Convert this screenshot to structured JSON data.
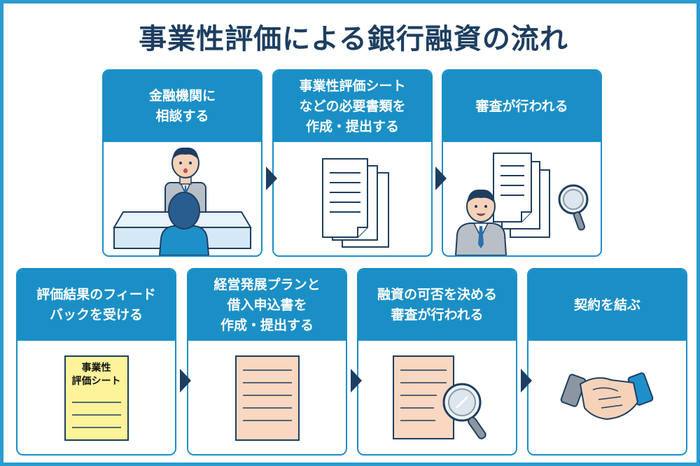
{
  "title": "事業性評価による銀行融資の流れ",
  "colors": {
    "accent": "#1a8fc6",
    "title": "#1d3e60",
    "arrow": "#1d3e60",
    "frame": "#2a9ccf"
  },
  "steps": [
    {
      "label": "金融機関に\n相談する",
      "icon": "consultation-illustration"
    },
    {
      "label": "事業性評価シート\nなどの必要書類を\n作成・提出する",
      "icon": "documents-illustration"
    },
    {
      "label": "審査が行われる",
      "icon": "review-illustration"
    },
    {
      "label": "評価結果のフィード\nバックを受ける",
      "icon": "evaluation-sheet-illustration"
    },
    {
      "label": "経営発展プランと\n借入申込書を\n作成・提出する",
      "icon": "application-document-illustration"
    },
    {
      "label": "融資の可否を決める\n審査が行われる",
      "icon": "loan-review-illustration"
    },
    {
      "label": "契約を結ぶ",
      "icon": "handshake-illustration"
    }
  ],
  "evaluation_sheet": {
    "line1": "事業性",
    "line2": "評価シート"
  }
}
